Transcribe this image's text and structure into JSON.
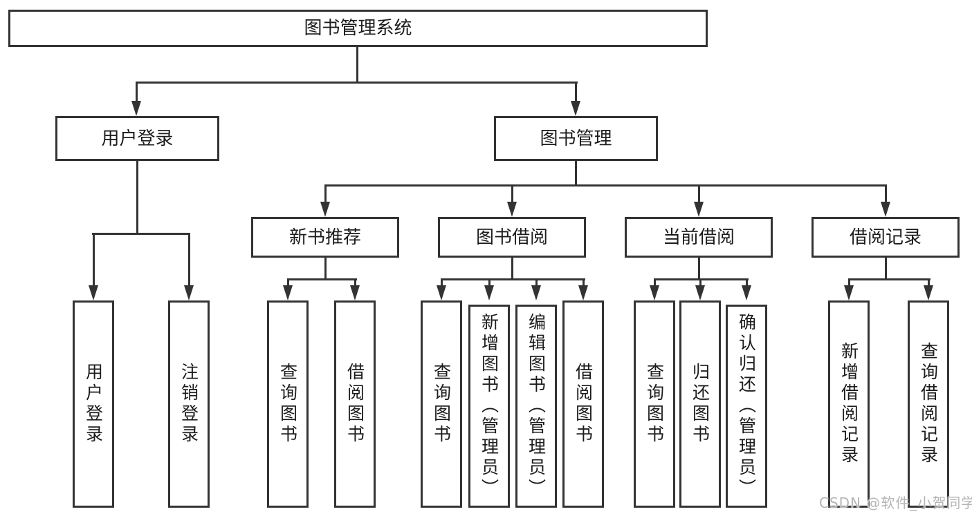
{
  "colors": {
    "line": "#333333",
    "text": "#1c1c1c",
    "background": "#ffffff",
    "watermark": "#b5b5b5"
  },
  "watermark": {
    "text": "CSDN @软件_小贺同学"
  },
  "tree": {
    "root": {
      "label": "图书管理系统",
      "children": [
        {
          "label": "用户登录",
          "children": [
            {
              "label": "用户登录"
            },
            {
              "label": "注销登录"
            }
          ]
        },
        {
          "label": "图书管理",
          "children": [
            {
              "label": "新书推荐",
              "children": [
                {
                  "label": "查询图书"
                },
                {
                  "label": "借阅图书"
                }
              ]
            },
            {
              "label": "图书借阅",
              "children": [
                {
                  "label": "查询图书"
                },
                {
                  "label": "新增图书（管理员）"
                },
                {
                  "label": "编辑图书（管理员）"
                },
                {
                  "label": "借阅图书"
                }
              ]
            },
            {
              "label": "当前借阅",
              "children": [
                {
                  "label": "查询图书"
                },
                {
                  "label": "归还图书"
                },
                {
                  "label": "确认归还（管理员）"
                }
              ]
            },
            {
              "label": "借阅记录",
              "children": [
                {
                  "label": "新增借阅记录"
                },
                {
                  "label": "查询借阅记录"
                }
              ]
            }
          ]
        }
      ]
    }
  }
}
